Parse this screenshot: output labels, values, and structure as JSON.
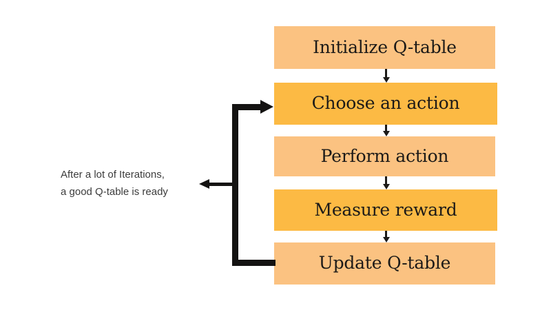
{
  "diagram": {
    "title": "Q-learning loop flowchart",
    "colors": {
      "box_light": "#FBC281",
      "box_dark": "#FCBA44",
      "line": "#141312",
      "text": "#1C1A18",
      "annotation_text": "#3B3B3B",
      "background": "#FFFFFF"
    },
    "boxes": [
      {
        "id": "initialize-q-table",
        "label": "Initialize Q-table",
        "tone": "light"
      },
      {
        "id": "choose-an-action",
        "label": "Choose an action",
        "tone": "dark"
      },
      {
        "id": "perform-action",
        "label": "Perform action",
        "tone": "light"
      },
      {
        "id": "measure-reward",
        "label": "Measure reward",
        "tone": "dark"
      },
      {
        "id": "update-q-table",
        "label": "Update Q-table",
        "tone": "light"
      }
    ],
    "connectors": [
      {
        "from": "initialize-q-table",
        "to": "choose-an-action",
        "style": "thin-arrow-down"
      },
      {
        "from": "choose-an-action",
        "to": "perform-action",
        "style": "thin-arrow-down"
      },
      {
        "from": "perform-action",
        "to": "measure-reward",
        "style": "thin-arrow-down"
      },
      {
        "from": "measure-reward",
        "to": "update-q-table",
        "style": "thin-arrow-down"
      }
    ],
    "feedback_loop": {
      "from": "update-q-table",
      "to": "choose-an-action",
      "style": "thick-left-routed-arrow"
    },
    "annotation": {
      "line1": "After a lot of Iterations,",
      "line2": "a good Q-table is ready",
      "arrow": "left-arrow"
    }
  }
}
